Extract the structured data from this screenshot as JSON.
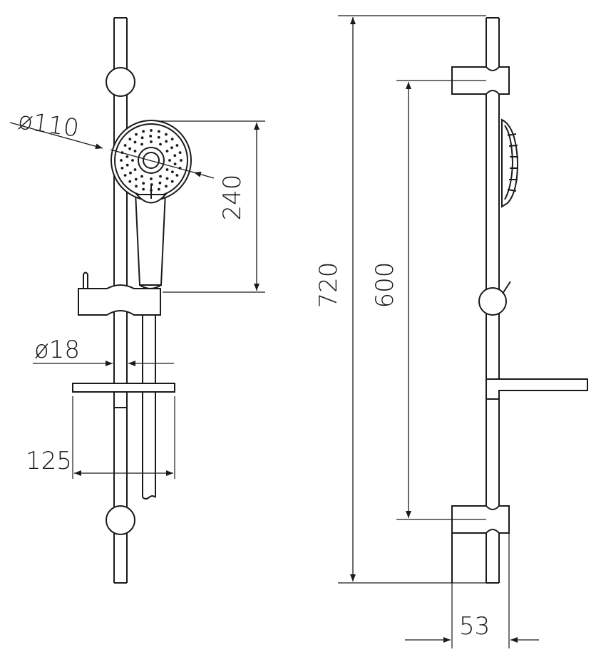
{
  "dimensions": {
    "head_diameter": "ø110",
    "head_height": "240",
    "rail_diameter": "ø18",
    "shelf_width": "125",
    "total_height": "720",
    "bracket_spacing": "600",
    "bracket_depth": "53"
  },
  "colors": {
    "line": "#1a1a1a",
    "background": "#ffffff"
  }
}
